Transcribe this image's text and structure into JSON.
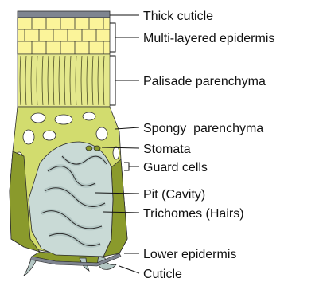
{
  "labels": {
    "thick_cuticle": "Thick cuticle",
    "multi_layered_epidermis": "Multi-layered epidermis",
    "palisade_parenchyma": "Palisade parenchyma",
    "spongy_parenchyma": "Spongy  parenchyma",
    "stomata": "Stomata",
    "guard_cells": "Guard cells",
    "pit_cavity": "Pit (Cavity)",
    "trichomes_hairs": "Trichomes (Hairs)",
    "lower_epidermis": "Lower epidermis",
    "cuticle": "Cuticle"
  },
  "colors": {
    "cuticle": "#7f8590",
    "epidermis": "#fbf49a",
    "palisade": "#e4e88c",
    "spongy": "#d2dc6e",
    "lower_epidermis": "#8a9a2c",
    "pit": "#c9dad6",
    "trichome": "#b4c7c4",
    "outline": "#2c2c2c"
  }
}
